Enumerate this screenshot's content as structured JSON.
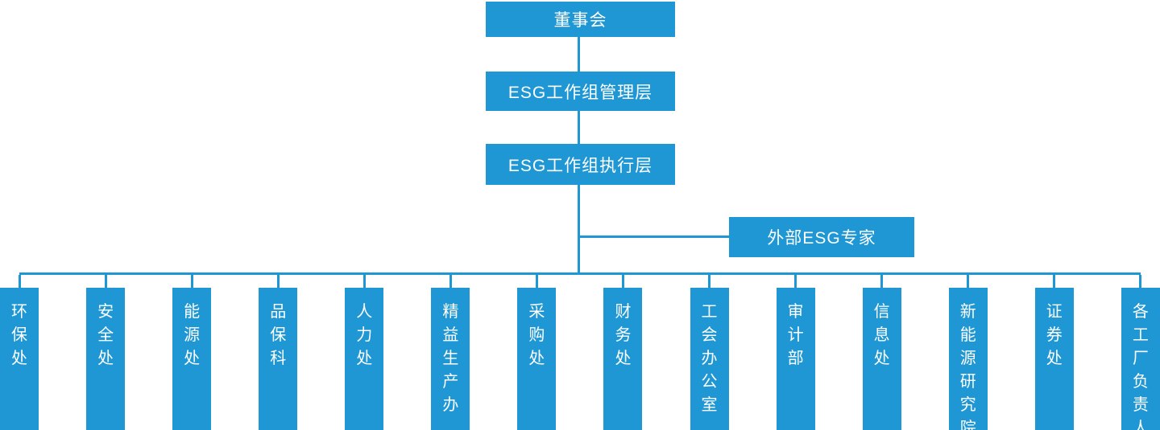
{
  "org_chart": {
    "accent_color": "#1E97D4",
    "background_color": "#FFFFFF",
    "text_color": "#FFFFFF",
    "root_label": "董事会",
    "management_label": "ESG工作组管理层",
    "execution_label": "ESG工作组执行层",
    "external_expert_label": "外部ESG专家",
    "departments": [
      "环保处",
      "安全处",
      "能源处",
      "品保科",
      "人力处",
      "精益生产办",
      "采购处",
      "财务处",
      "工会办公室",
      "审计部",
      "信息处",
      "新能源研究院",
      "证券处",
      "各工厂负责人"
    ]
  }
}
